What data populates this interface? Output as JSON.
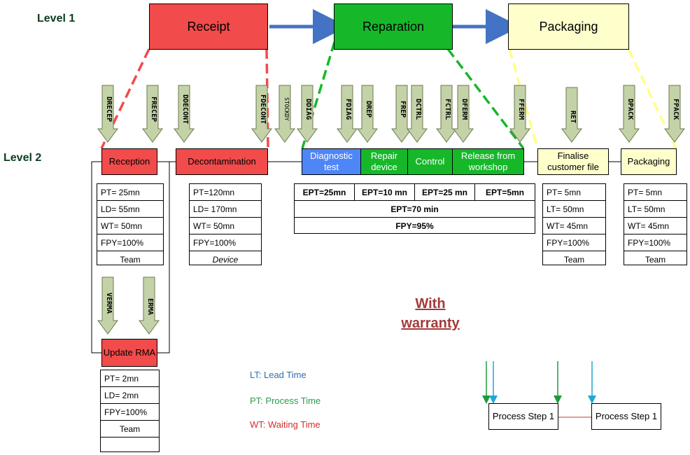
{
  "levels": {
    "l1": "Level 1",
    "l2": "Level 2"
  },
  "top": {
    "receipt": "Receipt",
    "reparation": "Reparation",
    "packaging": "Packaging"
  },
  "l2": {
    "reception": "Reception",
    "decontamination": "Decontamination",
    "diagnostic": "Diagnostic test",
    "repair": "Repair device",
    "control": "Control",
    "release": "Release from workshop",
    "finalise": "Finalise customer file",
    "packaging": "Packaging",
    "update_rma": "Update RMA"
  },
  "arrows": {
    "drecep": "DRECEP",
    "frecep": "FRECEP",
    "ddecont": "DDECONT",
    "fdecont": "FDECONT",
    "stockdy": "STOCKDY",
    "ddiag": "DDIAG",
    "fdiag": "FDIAG",
    "drep": "DREP",
    "frep": "FREP",
    "dctrl": "DCTRL",
    "fctrl": "FCTRL",
    "dferm": "DFERM",
    "fferm": "FFERM",
    "ret": "RET",
    "dpack": "DPACK",
    "fpack": "FPACK",
    "verma": "VERMA",
    "erma": "ERMA"
  },
  "metrics": {
    "reception": [
      "PT= 25mn",
      "LD= 55mn",
      "WT= 50mn",
      "FPY=100%",
      "Team"
    ],
    "decontamination": [
      "PT=120mn",
      "LD= 170mn",
      "WT= 50mn",
      "FPY=100%",
      "Device"
    ],
    "finalise": [
      "PT= 5mn",
      "LT= 50mn",
      "WT= 45mn",
      "FPY=100%",
      "Team"
    ],
    "packaging": [
      "PT= 5mn",
      "LT= 50mn",
      "WT= 45mn",
      "FPY=100%",
      "Team"
    ],
    "update_rma": [
      "PT= 2mn",
      "LD= 2mn",
      "FPY=100%",
      "Team",
      ""
    ]
  },
  "ept": {
    "cells": [
      "EPT=25mn",
      "EPT=10 mn",
      "EPT=25 mn",
      "EPT=5mn"
    ],
    "total": "EPT=70 min",
    "fpy": "FPY=95%"
  },
  "warranty": {
    "line1": "With",
    "line2": "warranty"
  },
  "legend": {
    "lt": "LT: Lead Time",
    "pt": "PT: Process Time",
    "wt": "WT: Waiting Time",
    "lt_color": "#2e6fb5",
    "pt_color": "#2a9d4a",
    "wt_color": "#d03030"
  },
  "process_example": {
    "box1": "Process Step 1",
    "box2": "Process Step 1"
  },
  "colors": {
    "receipt": "#f24b4b",
    "reparation": "#16b82a",
    "packaging": "#ffffcc",
    "diagnostic": "#4f86f7",
    "flow_arrow": "#4472c4",
    "arrow_fill": "#c4d2a8"
  }
}
